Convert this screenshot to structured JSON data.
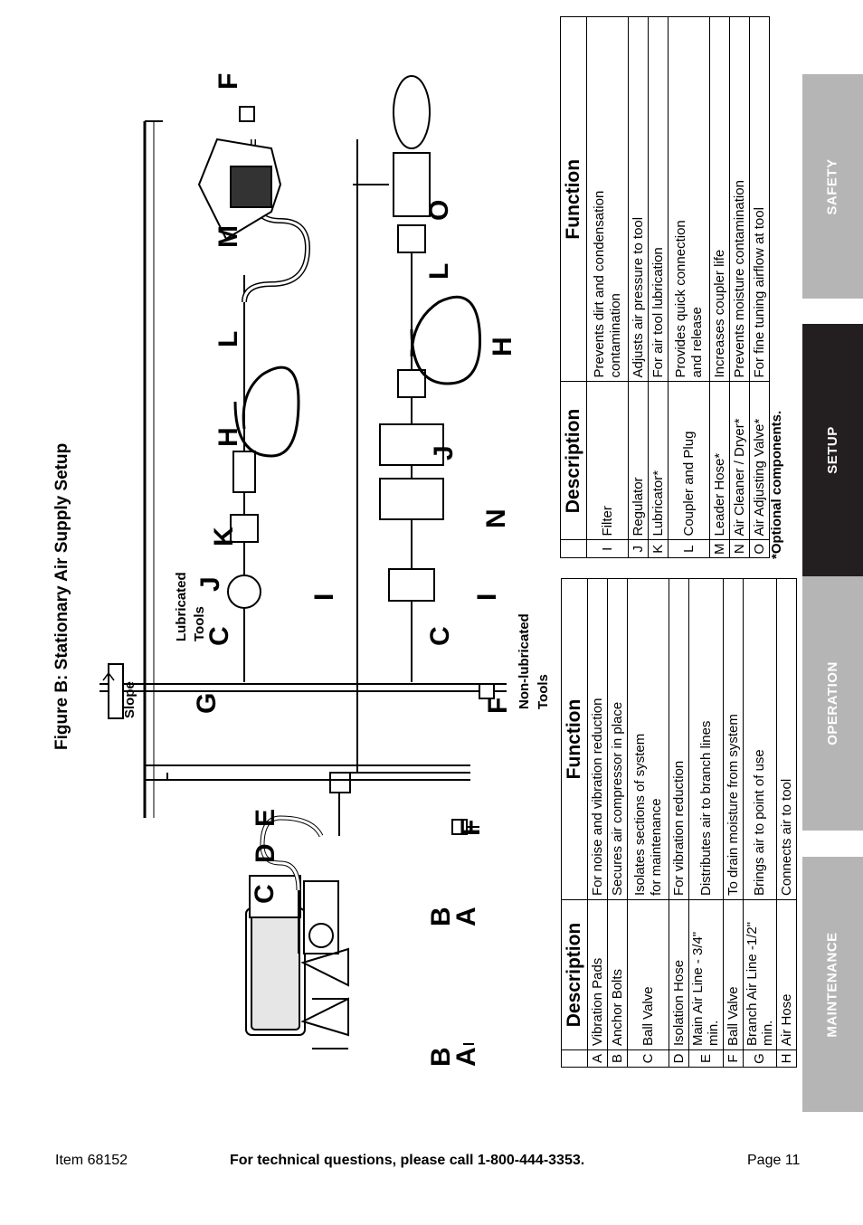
{
  "figure_title": "Figure B:  Stationary Air Supply Setup",
  "diagram_labels": {
    "A": "A",
    "B": "B",
    "C": "C",
    "D": "D",
    "E": "E",
    "F": "F",
    "G": "G",
    "H": "H",
    "I": "I",
    "J": "J",
    "K": "K",
    "L": "L",
    "M": "M",
    "N": "N",
    "O": "O",
    "slope": "Slope",
    "lubricated": [
      "Lubricated",
      "Tools"
    ],
    "non_lubricated": [
      "Non-lubricated",
      "Tools"
    ]
  },
  "table_left": {
    "headers": [
      "Description",
      "Function"
    ],
    "rows": [
      {
        "letter": "A",
        "description": "Vibration Pads",
        "function": [
          "For noise and vibration reduction"
        ]
      },
      {
        "letter": "B",
        "description": "Anchor Bolts",
        "function": [
          "Secures air compressor in place"
        ]
      },
      {
        "letter": "C",
        "description": "Ball Valve",
        "function": [
          "Isolates sections of system",
          "for maintenance"
        ]
      },
      {
        "letter": "D",
        "description": "Isolation Hose",
        "function": [
          "For vibration reduction"
        ]
      },
      {
        "letter": "E",
        "description": "Main Air Line - 3/4\" min.",
        "function": [
          "Distributes air to branch lines"
        ]
      },
      {
        "letter": "F",
        "description": "Ball Valve",
        "function": [
          "To drain moisture from system"
        ]
      },
      {
        "letter": "G",
        "description": "Branch Air Line -1/2\" min.",
        "function": [
          "Brings air to point of use"
        ]
      },
      {
        "letter": "H",
        "description": "Air Hose",
        "function": [
          "Connects air to tool"
        ]
      }
    ]
  },
  "table_right": {
    "headers": [
      "Description",
      "Function"
    ],
    "rows": [
      {
        "letter": "I",
        "description": "Filter",
        "function": [
          "Prevents dirt and condensation",
          "contamination"
        ]
      },
      {
        "letter": "J",
        "description": "Regulator",
        "function": [
          "Adjusts air pressure to tool"
        ]
      },
      {
        "letter": "K",
        "description": "Lubricator*",
        "function": [
          "For air tool lubrication"
        ]
      },
      {
        "letter": "L",
        "description": "Coupler and Plug",
        "function": [
          "Provides quick connection",
          "and release"
        ]
      },
      {
        "letter": "M",
        "description": "Leader Hose*",
        "function": [
          "Increases coupler life"
        ]
      },
      {
        "letter": "N",
        "description": "Air Cleaner / Dryer*",
        "function": [
          "Prevents moisture contamination"
        ]
      },
      {
        "letter": "O",
        "description": "Air Adjusting Valve*",
        "function": [
          "For fine tuning airflow at tool"
        ]
      }
    ],
    "note": "*Optional components."
  },
  "side_tabs": {
    "safety": "SAFETY",
    "setup": "SETUP",
    "operation": "OPERATION",
    "maintenance": "MAINTENANCE"
  },
  "footer": {
    "item": "Item 68152",
    "phone": "For technical questions, please call 1-800-444-3353.",
    "page": "Page 11"
  },
  "colors": {
    "tab_gray": "#b5b5b5",
    "tab_active": "#231f20"
  }
}
